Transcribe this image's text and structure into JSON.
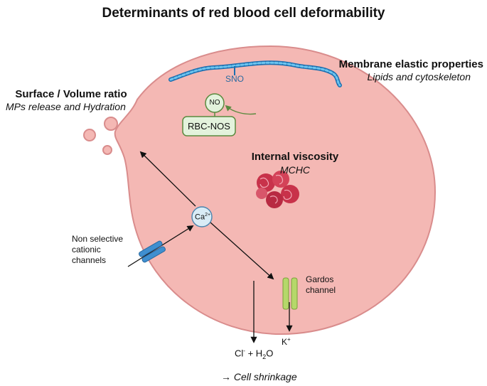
{
  "title": "Determinants of red blood cell deformability",
  "membrane": {
    "heading": "Membrane elastic properties",
    "sub": "Lipids and cytoskeleton"
  },
  "surface": {
    "heading": "Surface / Volume ratio",
    "sub": "MPs release and Hydration"
  },
  "viscosity": {
    "heading": "Internal viscosity",
    "sub": "MCHC"
  },
  "labels": {
    "sno": "SNO",
    "no": "NO",
    "rbc_nos": "RBC-NOS",
    "ca": "Ca",
    "ca_sup": "2+",
    "nonselective": [
      "Non selective",
      "cationic",
      "channels"
    ],
    "gardos": [
      "Gardos",
      "channel"
    ],
    "k": "K",
    "k_sup": "+",
    "cl": "Cl",
    "cl_sup": "-",
    "cl_rest": " + H",
    "h2o_sub": "2",
    "h2o_end": "O",
    "shrink": "Cell shrinkage",
    "shrink_arrow": "→"
  },
  "colors": {
    "cell_fill": "#f4b8b4",
    "cell_stroke": "#d98c8c",
    "cytoskeleton": "#3aa0d8",
    "nos_fill": "#e3f2dc",
    "nos_stroke": "#5a8a3e",
    "channel_blue": "#3f8fd0",
    "channel_green": "#b5d86a",
    "hemoglobin": "#c8324a"
  }
}
